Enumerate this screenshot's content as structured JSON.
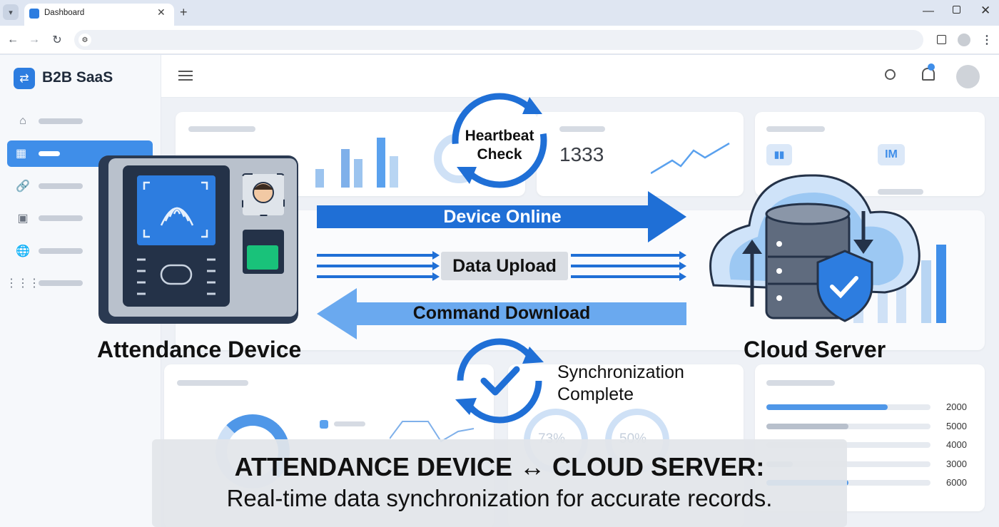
{
  "browser": {
    "tab_title": "Dashboard",
    "new_tab_symbol": "+"
  },
  "app": {
    "brand": "B2B SaaS"
  },
  "dashboard": {
    "kpi_value": "1333",
    "badge_text": "IM",
    "ring_values": [
      "73%",
      "50%"
    ],
    "bar_list_values": [
      "2000",
      "5000",
      "4000",
      "3000",
      "6000"
    ],
    "bar_list_fill": [
      0.74,
      0.5,
      0.0,
      0.16,
      0.5
    ]
  },
  "infographic": {
    "heartbeat_label": "Heartbeat Check",
    "heartbeat_line1": "Heartbeat",
    "heartbeat_line2": "Check",
    "arrow_online": "Device Online",
    "arrow_upload": "Data Upload",
    "arrow_download": "Command Download",
    "device_label": "Attendance Device",
    "server_label": "Cloud Server",
    "sync_line1": "Synchronization",
    "sync_line2": "Complete",
    "caption_title": "ATTENDANCE DEVICE ↔ CLOUD SERVER:",
    "caption_subtitle": "Real-time data synchronization for accurate records."
  },
  "colors": {
    "primary": "#1f6fd6",
    "light_blue": "#5aa1ee",
    "device_dark": "#263449"
  }
}
